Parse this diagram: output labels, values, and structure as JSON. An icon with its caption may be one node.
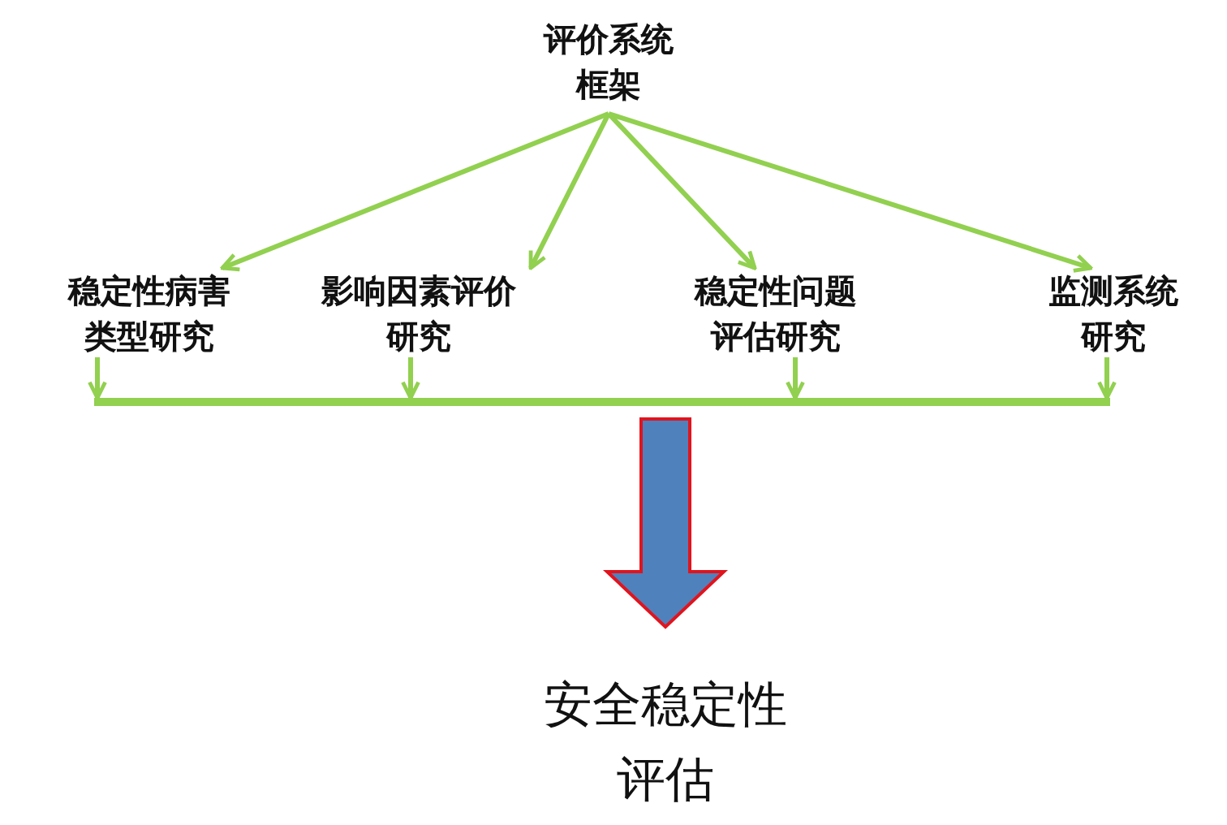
{
  "diagram": {
    "nodes": [
      {
        "text": [
          "评价系统框架"
        ]
      },
      {
        "text": [
          "稳定性病害类型研究"
        ]
      },
      {
        "text": [
          "影响因素评价研究"
        ]
      },
      {
        "text": [
          "稳定性问题评估研究"
        ]
      },
      {
        "text": [
          "监测系统研究"
        ]
      },
      {
        "text": [
          "安全稳定性评估"
        ]
      },
      {
        "text": [],
        "shape": "bar"
      }
    ],
    "edges": [
      {
        "from": 0,
        "to": 1,
        "arrow": "to"
      },
      {
        "from": 0,
        "to": 2,
        "arrow": "to"
      },
      {
        "from": 0,
        "to": 3,
        "arrow": "to"
      },
      {
        "from": 0,
        "to": 4,
        "arrow": "to"
      },
      {
        "from": 1,
        "to": 6,
        "arrow": "to"
      },
      {
        "from": 2,
        "to": 6,
        "arrow": "to"
      },
      {
        "from": 3,
        "to": 6,
        "arrow": "to"
      },
      {
        "from": 4,
        "to": 6,
        "arrow": "to"
      },
      {
        "from": 6,
        "to": 5,
        "arrow": "to",
        "style": "thick",
        "color": "#4f81bd"
      }
    ]
  }
}
